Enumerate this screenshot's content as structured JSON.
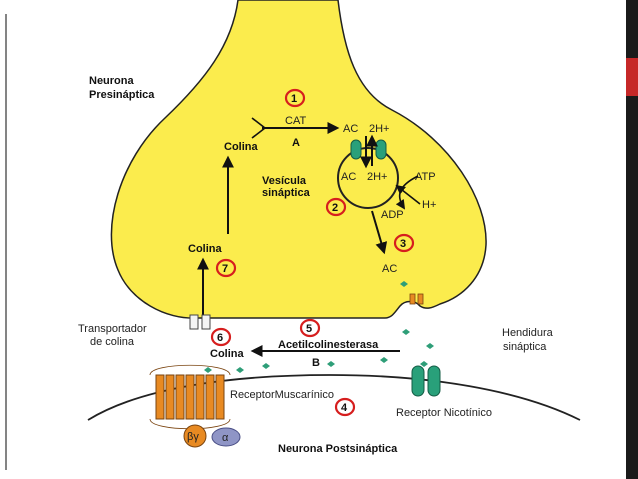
{
  "labels": {
    "presynaptic": [
      "Neurona",
      "Presináptica"
    ],
    "postsynaptic": "Neurona Postsináptica",
    "choline_transporter": [
      "Transportador",
      "de colina"
    ],
    "synaptic_cleft": [
      "Hendidura",
      "sináptica"
    ],
    "synaptic_vesicle": [
      "Vesícula",
      "sináptica"
    ],
    "choline_top": "Colina",
    "choline_left": "Colina",
    "choline_bottom": "Colina",
    "cat": "CAT",
    "reaction_a": "A",
    "reaction_b": "B",
    "ac_top": "AC",
    "h2_top": "2H+",
    "ac_in": "AC",
    "h2_in": "2H+",
    "atp": "ATP",
    "adp": "ADP",
    "h_plus": "H+",
    "ac_release": "AC",
    "acetylcholinesterase": "Acetilcolinesterasa",
    "muscarinic_receptor": "ReceptorMuscarínico",
    "nicotinic_receptor": "Receptor Nicotínico",
    "g_beta_gamma": "βγ",
    "g_alpha": "α"
  },
  "steps": [
    "1",
    "2",
    "3",
    "4",
    "5",
    "6",
    "7"
  ],
  "colors": {
    "neuron_fill": "#fbec4d",
    "neuron_stroke": "#222222",
    "step_circle": "#d61e1e",
    "vesicle_pump": "#29a07a",
    "receptor_orange": "#e88a22",
    "acetylcholine": "#2e9e78",
    "side_bar": "#1a1a1a",
    "side_accent": "#c62828"
  }
}
